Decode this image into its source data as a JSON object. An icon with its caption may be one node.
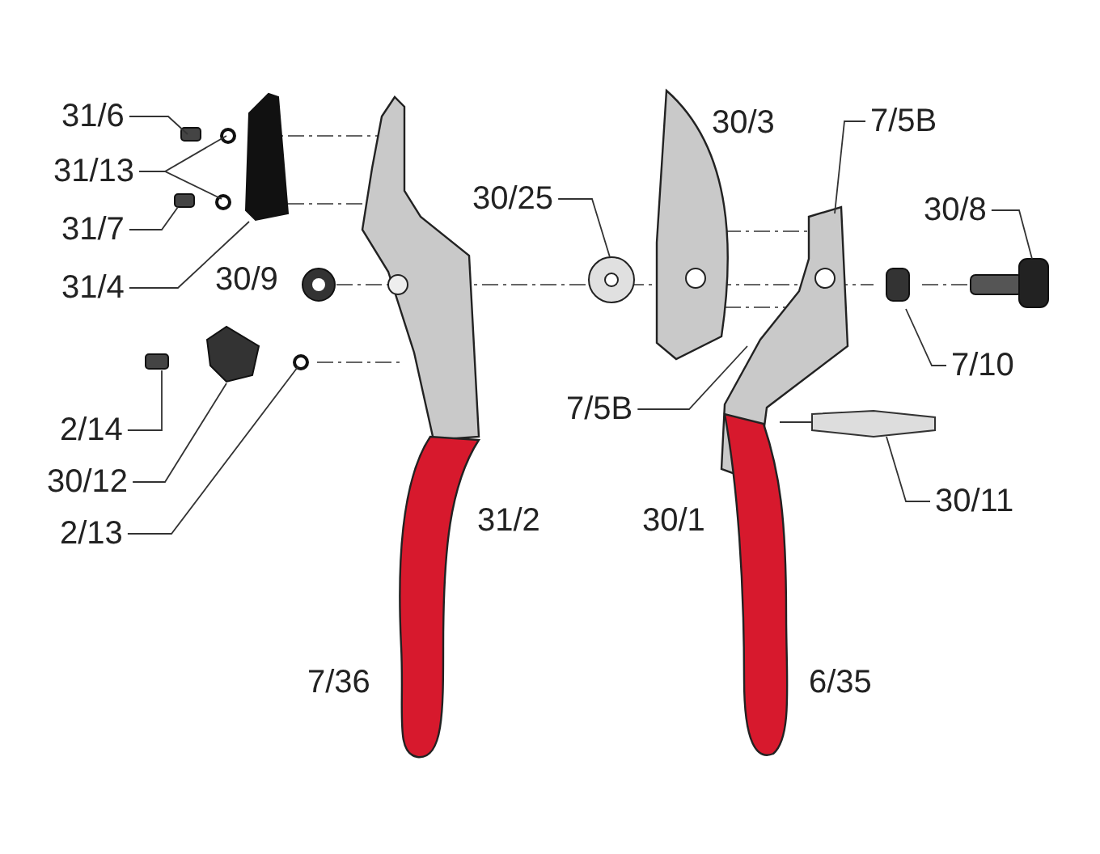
{
  "diagram": {
    "nodes": [
      {
        "text": [
          "31/6"
        ]
      },
      {
        "text": [
          "31/13"
        ]
      },
      {
        "text": [
          "31/7"
        ]
      },
      {
        "text": [
          "31/4"
        ]
      },
      {
        "text": [
          "2/14"
        ]
      },
      {
        "text": [
          "30/12"
        ]
      },
      {
        "text": [
          "2/13"
        ]
      },
      {
        "text": [
          "30/25"
        ]
      },
      {
        "text": [
          "7/5B"
        ]
      },
      {
        "text": [
          "30/8"
        ]
      },
      {
        "text": [
          "7/10"
        ]
      },
      {
        "text": [
          "7/5B"
        ]
      },
      {
        "text": [
          "30/11"
        ]
      }
    ],
    "edges": [
      {
        "from": 0,
        "to": null,
        "arrow": "none"
      },
      {
        "from": 1,
        "to": null,
        "arrow": "none"
      },
      {
        "from": 1,
        "to": null,
        "arrow": "none"
      },
      {
        "from": 2,
        "to": null,
        "arrow": "none"
      },
      {
        "from": 3,
        "to": null,
        "arrow": "none"
      },
      {
        "from": 4,
        "to": null,
        "arrow": "none"
      },
      {
        "from": 5,
        "to": null,
        "arrow": "none"
      },
      {
        "from": 6,
        "to": null,
        "arrow": "none"
      },
      {
        "from": 7,
        "to": null,
        "arrow": "none"
      },
      {
        "from": 8,
        "to": null,
        "arrow": "none"
      },
      {
        "from": 9,
        "to": null,
        "arrow": "none"
      },
      {
        "from": 10,
        "to": null,
        "arrow": "none"
      },
      {
        "from": 11,
        "to": null,
        "arrow": "none"
      },
      {
        "from": 12,
        "to": null,
        "arrow": "none"
      }
    ],
    "labels": [
      "30/3",
      "30/9",
      "31/2",
      "30/1",
      "7/36",
      "6/35"
    ]
  }
}
